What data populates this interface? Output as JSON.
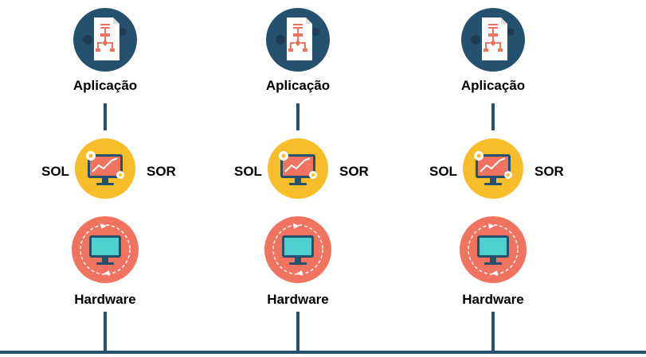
{
  "nodes": [
    {
      "app_label": "Aplicação",
      "left_label": "SOL",
      "right_label": "SOR",
      "hardware_label": "Hardware"
    },
    {
      "app_label": "Aplicação",
      "left_label": "SOL",
      "right_label": "SOR",
      "hardware_label": "Hardware"
    },
    {
      "app_label": "Aplicação",
      "left_label": "SOL",
      "right_label": "SOR",
      "hardware_label": "Hardware"
    }
  ],
  "icons": {
    "application": "document-flowchart-icon",
    "os": "monitor-chart-gears-icon",
    "hardware": "monitor-cycle-icon"
  },
  "colors": {
    "navy": "#25506e",
    "yellow": "#f7bd2b",
    "coral": "#f07360",
    "teal": "#4ed0ce",
    "dark_navy": "#1d3b52"
  }
}
